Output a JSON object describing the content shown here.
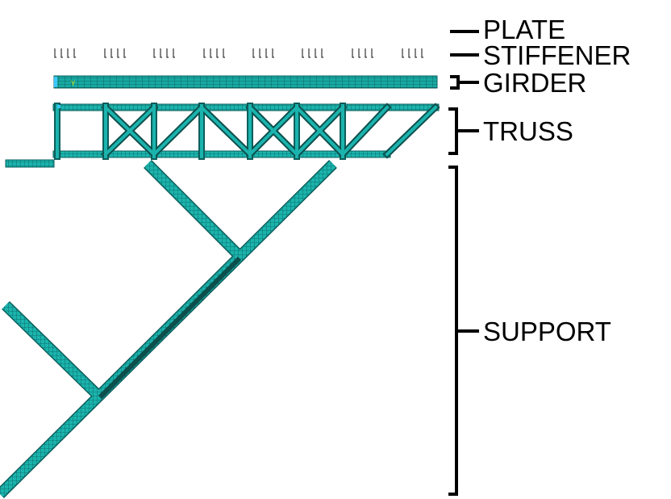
{
  "labels": {
    "plate": "PLATE",
    "stiffener": "STIFFENER",
    "girder": "GIRDER",
    "truss": "TRUSS",
    "support": "SUPPORT"
  },
  "axis_marker": "Y",
  "colors": {
    "mesh_fill": "#1bb3ad",
    "mesh_line": "#0b5f5c",
    "mesh_dark": "#0d4f4d",
    "bracket": "#000000",
    "label": "#000000",
    "axis_marker": "#e8e800"
  }
}
